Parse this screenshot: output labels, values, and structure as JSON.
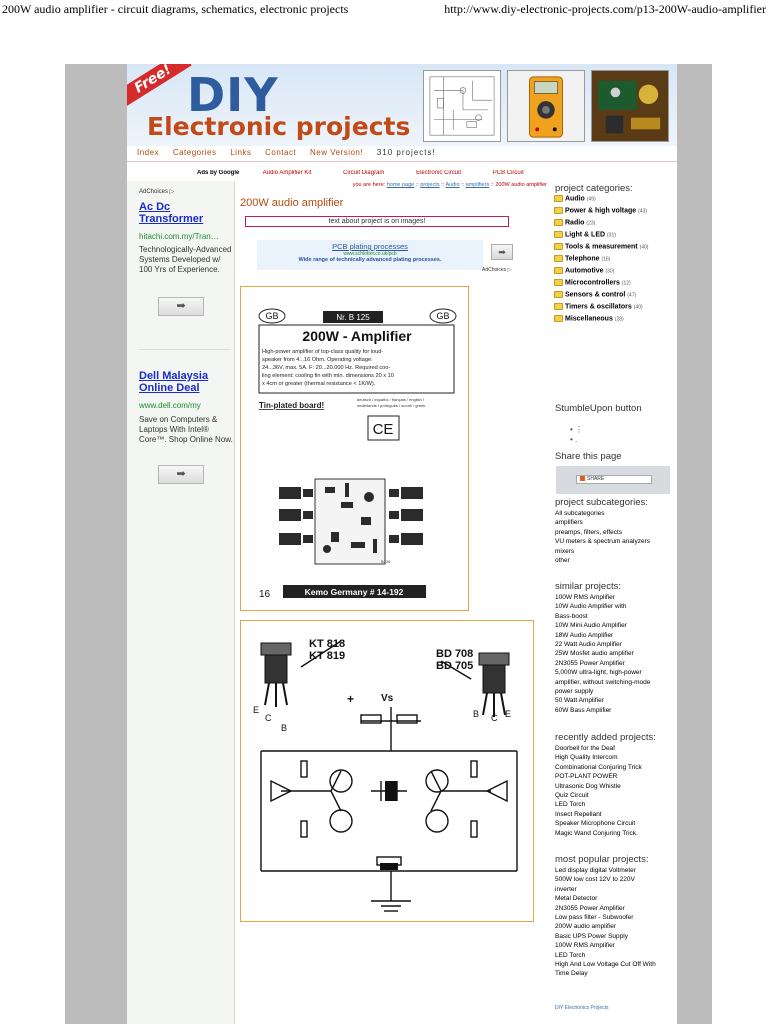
{
  "print_header": {
    "left": "200W audio amplifier - circuit diagrams, schematics, electronic projects",
    "right": "http://www.diy-electronic-projects.com/p13-200W-audio-amplifier"
  },
  "banner": {
    "free": "Free!",
    "logo_main": "DIY",
    "logo_sub": "Electronic projects"
  },
  "nav": {
    "items": [
      "Index",
      "Categories",
      "Links",
      "Contact",
      "New Version!"
    ],
    "count": "310 projects!"
  },
  "ads_strip": {
    "ads_by": "Ads by Google",
    "links": [
      "Audio Amplifier Kit",
      "Circuit Diagram",
      "Electronic Circuit",
      "PCB Circuit"
    ]
  },
  "left_ads": {
    "adchoices": "AdChoices ▷",
    "ad1": {
      "title": "Ac Dc Transformer",
      "url": "hitachi.com.my/Tran…",
      "desc": "Technologically-Advanced Systems Developed w/ 100 Yrs of Experience.",
      "button": "➡"
    },
    "ad2": {
      "title": "Dell Malaysia Online Deal",
      "url": "www.dell.com/my",
      "desc": "Save on Computers & Laptops With Intel® Core™. Shop Online Now.",
      "button": "➡"
    }
  },
  "main": {
    "breadcrumb": {
      "prefix": "you are here:",
      "links": [
        "home page",
        "projects",
        "Audio",
        "amplifiers"
      ],
      "current": "200W audio amplifier",
      "sep": "::"
    },
    "title": "200W audio amplifier",
    "notice": "text about project is on images!",
    "promo": {
      "title": "PCB plating processes",
      "url": "www.schlotter.co.uk/pcb",
      "desc": "Wide range of technically advanced plating processes.",
      "button": "➡",
      "adchoices": "AdChoices ▷"
    },
    "kit_card": {
      "gb_left": "GB",
      "gb_right": "GB",
      "nr": "Nr. B 125",
      "heading": "200W - Amplifier",
      "desc1": "High-power amplifier of top-class quality for loud-",
      "desc2": "speaker from 4...16 Ohm. Operating voltage:",
      "desc3": "24...36V, max. 5A. F: 20...20.000 Hz. Required coo-",
      "desc4": "ling element: cooling fin with min. dimensions 20 x 10",
      "desc5": "x 4cm or greater (thermal resistance < 1K/W).",
      "tin": "Tin-plated board!",
      "lang1": "deutsch / español / français / english /",
      "lang2": "nederlands / português / suomi / greek",
      "ce": "CE",
      "board_label": "B126",
      "page_no": "16",
      "footer": "Kemo Germany # 14-192"
    },
    "schematic": {
      "kt1": "KT 818",
      "kt2": "KT 819",
      "bd1": "BD 708",
      "bd2": "BD 705",
      "vs": "Vs",
      "plus": "+",
      "e": "E",
      "c": "C",
      "b": "B"
    }
  },
  "right": {
    "categories_heading": "project categories:",
    "categories": [
      {
        "name": "Audio",
        "count": "(49)"
      },
      {
        "name": "Power & high voltage",
        "count": "(43)"
      },
      {
        "name": "Radio",
        "count": "(23)"
      },
      {
        "name": "Light & LED",
        "count": "(31)"
      },
      {
        "name": "Tools & measurement",
        "count": "(40)"
      },
      {
        "name": "Telephone",
        "count": "(16)"
      },
      {
        "name": "Automotive",
        "count": "(30)"
      },
      {
        "name": "Microcontrollers",
        "count": "(12)"
      },
      {
        "name": "Sensors & control",
        "count": "(47)"
      },
      {
        "name": "Timers & oscillators",
        "count": "(40)"
      },
      {
        "name": "Miscellaneous",
        "count": "(28)"
      }
    ],
    "stumble_heading": "StumbleUpon button",
    "share_heading": "Share this page",
    "share_button": "SHARE",
    "subcat_heading": "project subcategories:",
    "subcategories": [
      "All subcategories",
      "amplifiers",
      "preamps, filters, effects",
      "VU meters & spectrum analyzers",
      "mixers",
      "other"
    ],
    "similar_heading": "similar projects:",
    "similar": [
      "100W RMS Amplifier",
      "10W Audio Amplifier with",
      "Bass-boost",
      "10W Mini Audio Amplifier",
      "18W Audio Amplifier",
      "22 Watt Audio Amplifier",
      "25W Mosfet audio amplifier",
      "2N3055 Power Amplifier",
      "5,000W ultra-light, high-power",
      "amplifier, without switching-mode",
      "power supply",
      "50 Watt Amplifier",
      "60W Bass Amplifier"
    ],
    "recent_heading": "recently added projects:",
    "recent": [
      "Doorbell for the Deaf",
      "High Quality Intercom",
      "Combinational Conjuring Trick",
      "POT-PLANT POWER",
      "Ultrasonic Dog Whistle",
      "Quiz Circuit",
      "LED Torch",
      "Insect Repellant",
      "Speaker Microphone Circuit",
      "Magic Wand Conjuring Trick."
    ],
    "popular_heading": "most popular projects:",
    "popular": [
      "Led display digital Voltmeter",
      "500W low cost 12V to 220V",
      "inverter",
      "Metal Detector",
      "2N3055 Power Amplifier",
      "Low pass filter - Subwoofer",
      "200W audio amplifier",
      "Basic UPS Power Supply",
      "100W RMS Amplifier",
      "LED Torch",
      "High And Low Voltage Cut Off With",
      "Time Delay"
    ],
    "footer_link": "DIY Electronics Projects"
  }
}
